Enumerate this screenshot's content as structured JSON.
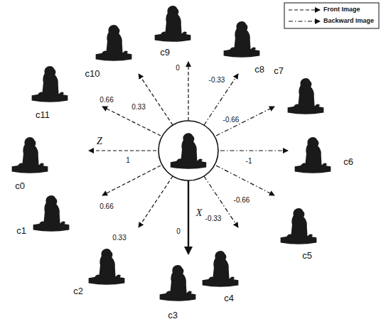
{
  "diagram": {
    "labels": [
      "c9",
      "0",
      "c10",
      "c8",
      "0.33",
      "-0.33",
      "c11",
      "c7",
      "0.66",
      "-0.66",
      "Z",
      "c0",
      "1",
      "-1",
      "c6",
      "0.66",
      "-0.66",
      "c1",
      "c5",
      "X",
      "0.33",
      "-0.33",
      "0",
      "c2",
      "c4",
      "c3"
    ],
    "legend": [
      {
        "text": "Front Image"
      },
      {
        "text": "Backward Image"
      }
    ]
  }
}
